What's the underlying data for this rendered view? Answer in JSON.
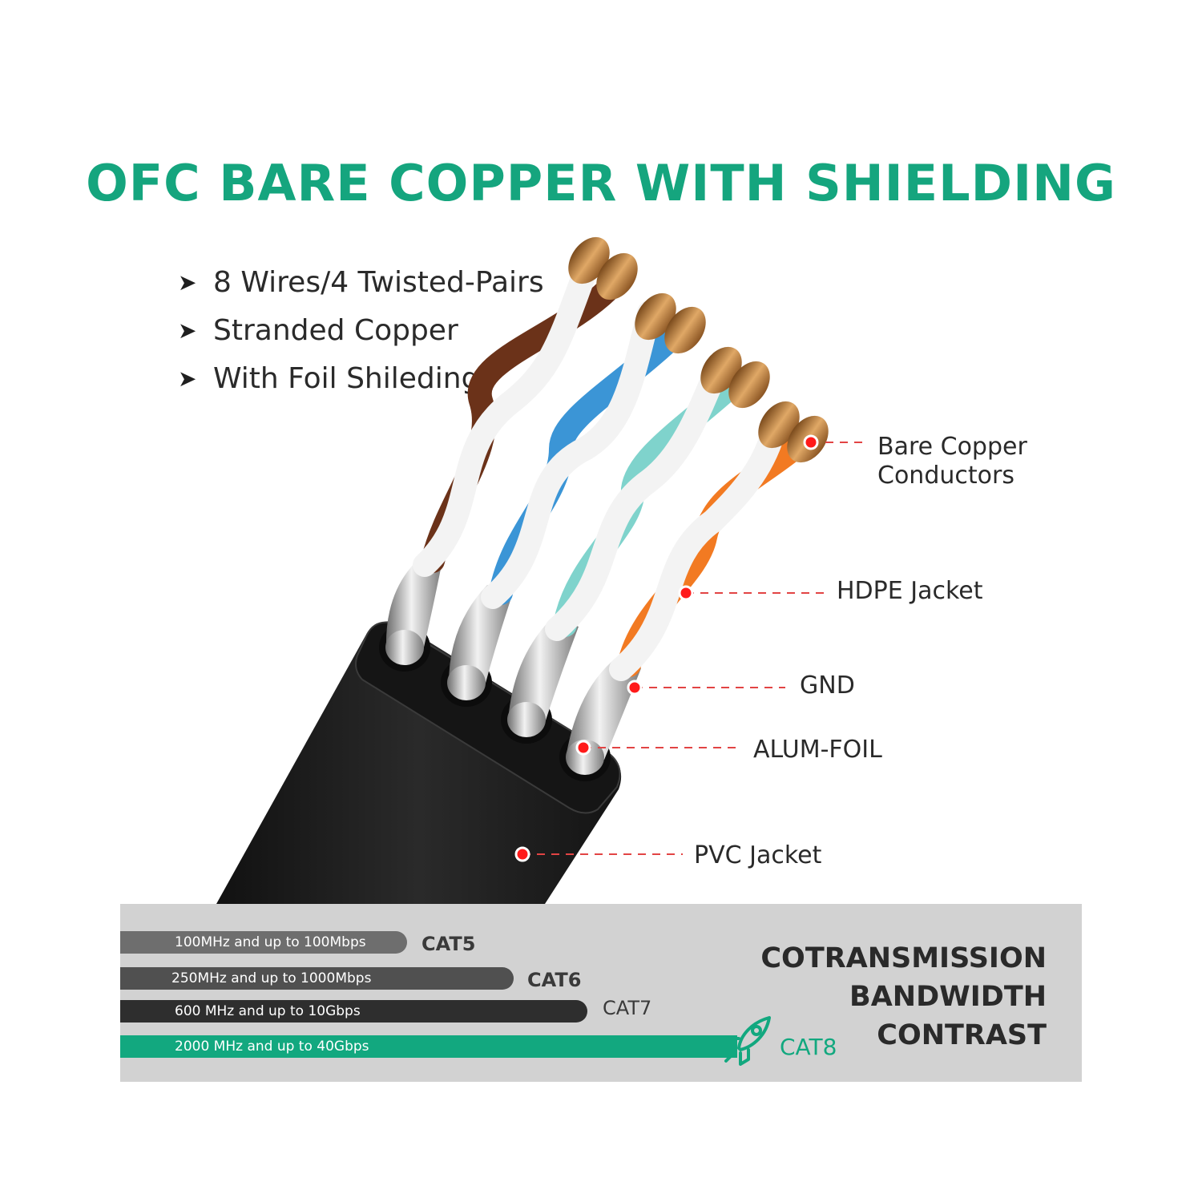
{
  "title": "OFC BARE COPPER WITH SHIELDING",
  "bullets": [
    "8 Wires/4 Twisted-Pairs",
    "Stranded Copper",
    "With Foil Shileding"
  ],
  "bullet_marker": "➤",
  "callouts": {
    "bare_copper_line1": "Bare Copper",
    "bare_copper_line2": "Conductors",
    "hdpe": "HDPE Jacket",
    "gnd": "GND",
    "alum": "ALUM-FOIL",
    "pvc": "PVC Jacket"
  },
  "bandwidth": {
    "heading": [
      "COTRANSMISSION",
      "BANDWIDTH",
      "CONTRAST"
    ],
    "rows": [
      {
        "spec": "100MHz and up to 100Mbps",
        "cat": "CAT5",
        "color": "#6e6e6e"
      },
      {
        "spec": "250MHz and up to 1000Mbps",
        "cat": "CAT6",
        "color": "#505050"
      },
      {
        "spec": "600 MHz and up to 10Gbps",
        "cat": "CAT7",
        "color": "#2e2e2e"
      },
      {
        "spec": "2000 MHz and up to 40Gbps",
        "cat": "CAT8",
        "color": "#12a87f"
      }
    ],
    "icon": "rocket-icon"
  },
  "colors": {
    "accent": "#15a57e",
    "marker": "#ff1a1a",
    "jacket": "#1b1b1b"
  }
}
